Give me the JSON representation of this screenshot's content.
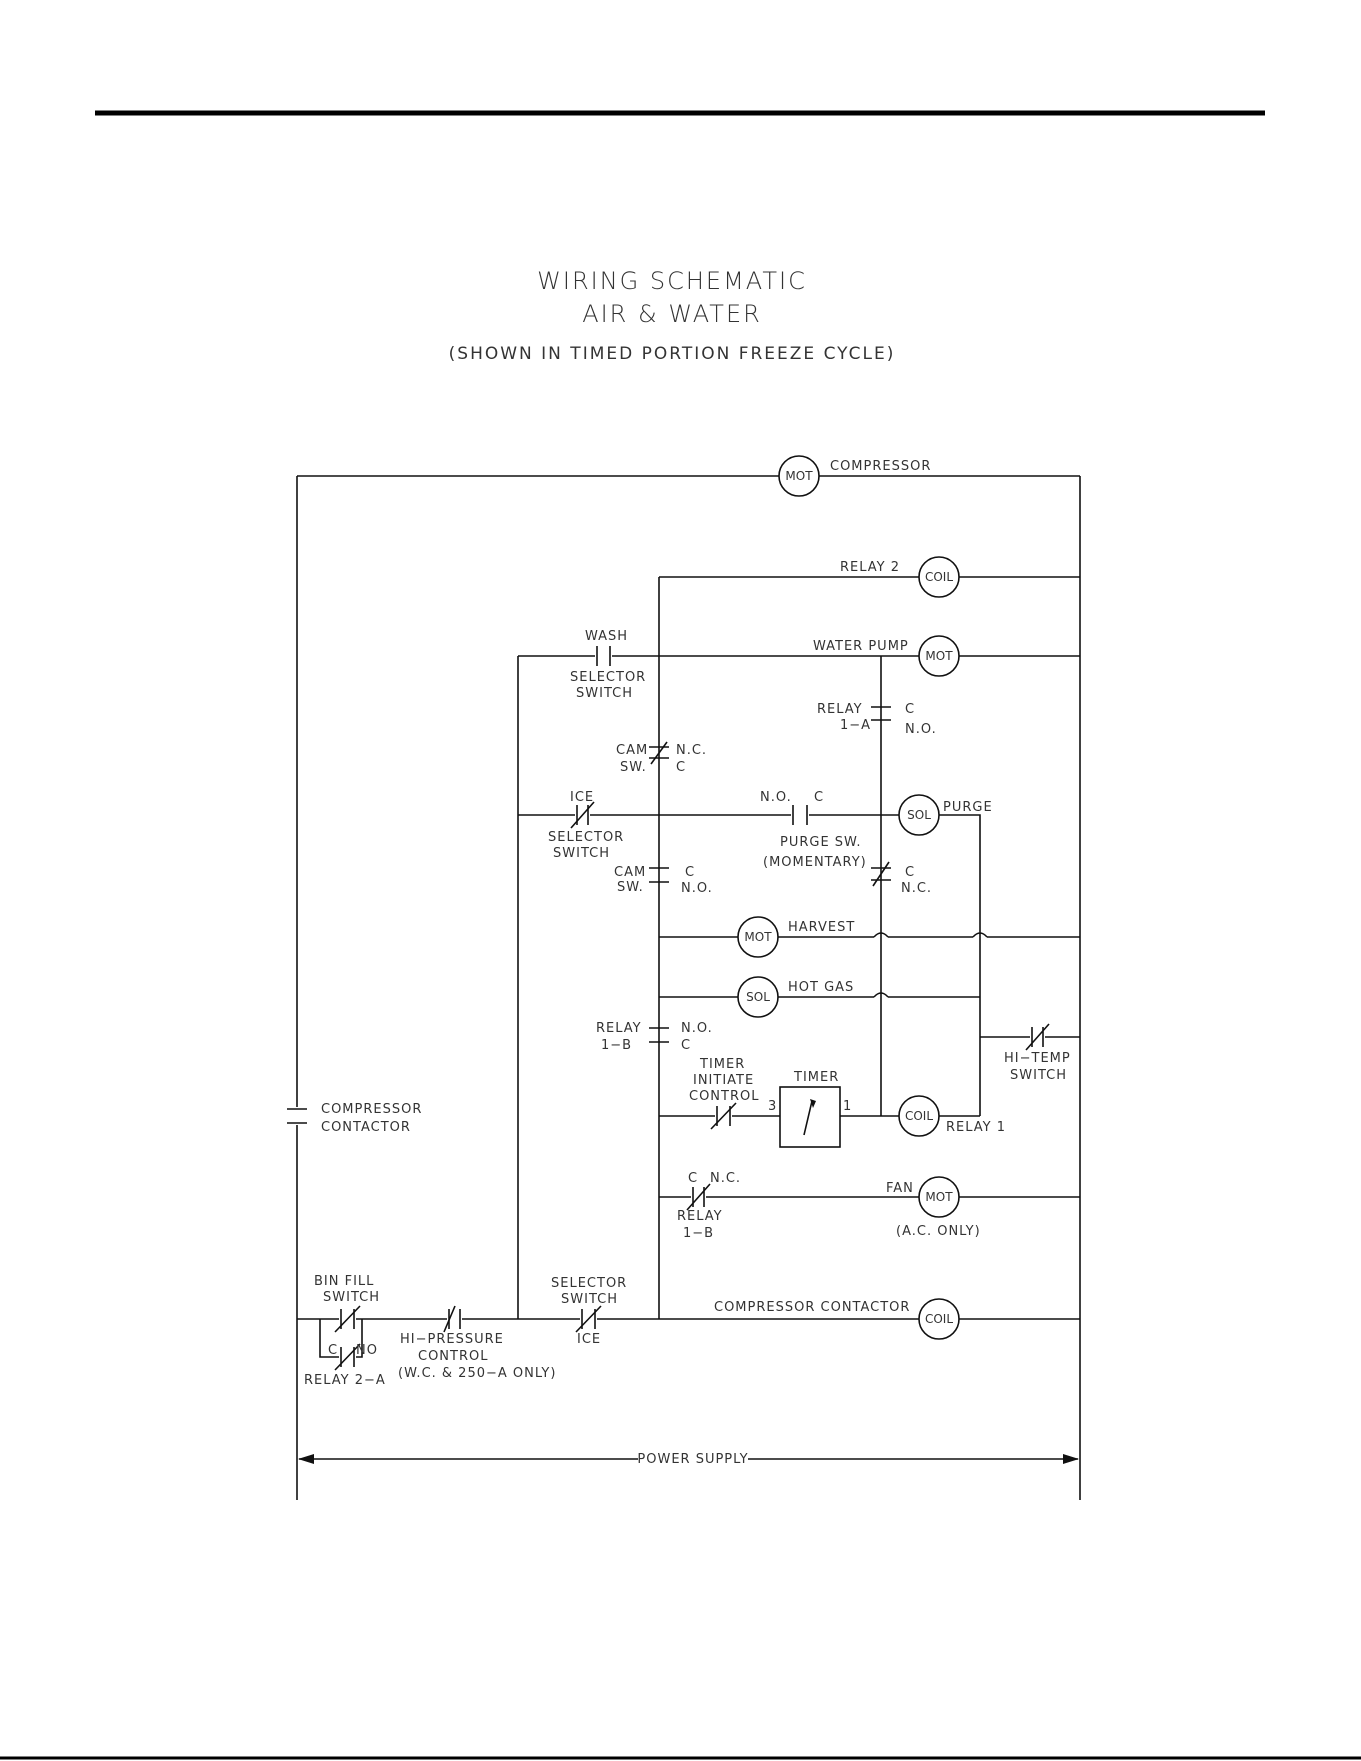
{
  "title": {
    "line1": "WIRING  SCHEMATIC",
    "line2": "AIR  &  WATER",
    "line3": "(SHOWN  IN  TIMED  PORTION  FREEZE  CYCLE)"
  },
  "labels": {
    "compressor": "COMPRESSOR",
    "relay2": "RELAY  2",
    "wash": "WASH",
    "selector1": "SELECTOR",
    "switch1": "SWITCH",
    "water_pump": "WATER  PUMP",
    "relay": "RELAY",
    "relay_1a": "1−A",
    "c": "C",
    "no": "N.O.",
    "nc": "N.C.",
    "cam": "CAM",
    "sw": "SW.",
    "ice": "ICE",
    "purge": "PURGE",
    "purge_sw": "PURGE  SW.",
    "momentary": "(MOMENTARY)",
    "harvest": "HARVEST",
    "hot_gas": "HOT  GAS",
    "relay_1b": "1−B",
    "timer_initiate1": "TIMER",
    "timer_initiate2": "INITIATE",
    "timer_initiate3": "CONTROL",
    "timer": "TIMER",
    "timer_3": "3",
    "timer_1": "1",
    "relay1": "RELAY  1",
    "hi_temp": "HI−TEMP",
    "switch": "SWITCH",
    "comp_contactor1": "COMPRESSOR",
    "comp_contactor2": "CONTACTOR",
    "fan": "FAN",
    "ac_only": "(A.C.  ONLY)",
    "bin_fill": "BIN  FILL",
    "relay_2a": "RELAY  2−A",
    "relay_2a_c": "C",
    "relay_2a_no": "NO",
    "hi_pressure": "HI−PRESSURE",
    "control": "CONTROL",
    "wc_only": "(W.C.  &  250−A  ONLY)",
    "comp_contactor": "COMPRESSOR  CONTACTOR",
    "power_supply": "POWER  SUPPLY"
  },
  "devices": {
    "mot": "MOT",
    "coil": "COIL",
    "sol": "SOL"
  }
}
